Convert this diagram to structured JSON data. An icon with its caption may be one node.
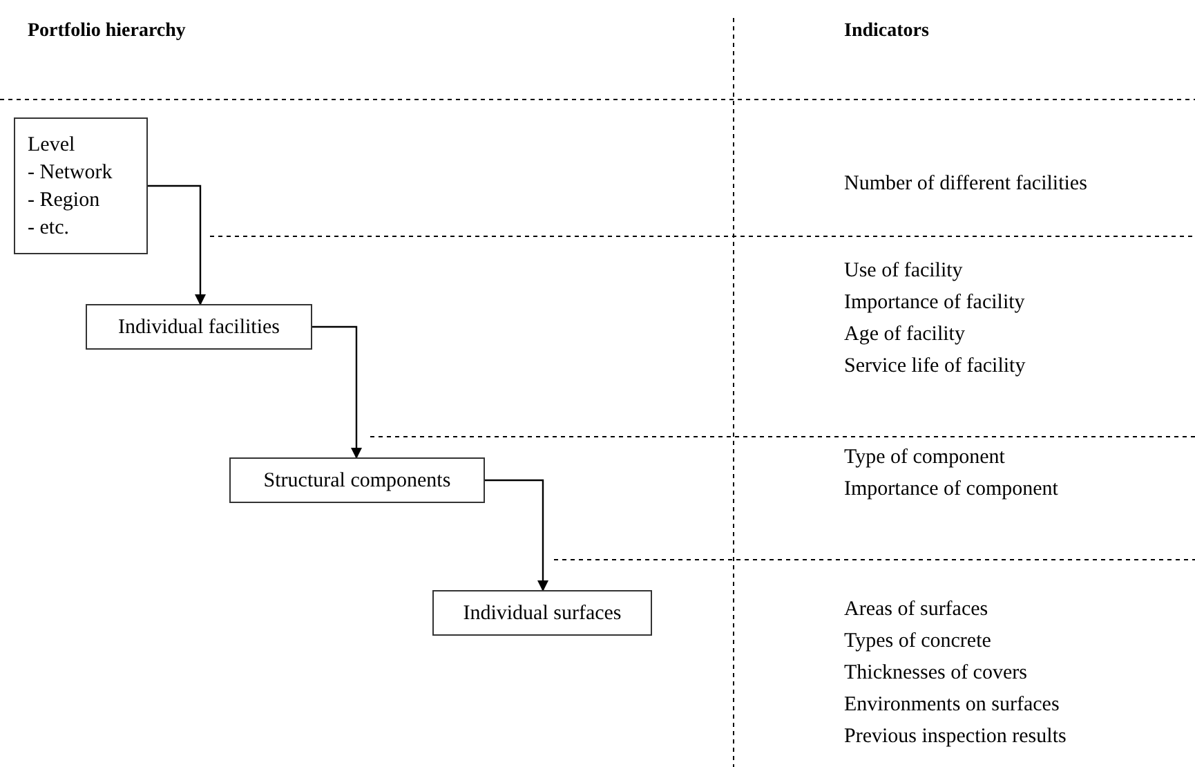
{
  "diagram": {
    "nodes": [
      {
        "text": [
          "Level",
          "- Network",
          "- Region",
          "- etc."
        ]
      },
      {
        "text": [
          "Individual facilities"
        ]
      },
      {
        "text": [
          "Structural components"
        ]
      },
      {
        "text": [
          "Individual surfaces"
        ]
      }
    ],
    "edges": [
      {
        "from": 0,
        "to": 1,
        "arrow": "to"
      },
      {
        "from": 1,
        "to": 2,
        "arrow": "to"
      },
      {
        "from": 2,
        "to": 3,
        "arrow": "to"
      }
    ],
    "labels": [
      "Portfolio hierarchy",
      "Indicators",
      "Number of different facilities",
      "Use of facility",
      "Importance of facility",
      "Age of facility",
      "Service life of facility",
      "Type of component",
      "Importance of component",
      "Areas of surfaces",
      "Types of concrete",
      "Thicknesses of covers",
      "Environments on surfaces",
      "Previous inspection results"
    ]
  }
}
